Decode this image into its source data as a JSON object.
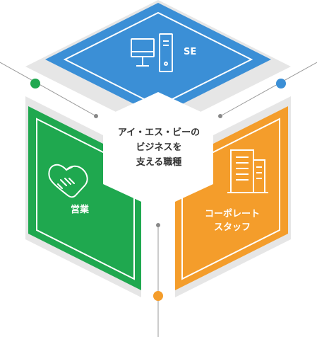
{
  "center": {
    "line1": "アイ・エス・ビーの",
    "line2": "ビジネスを",
    "line3": "支える職種"
  },
  "segments": [
    {
      "key": "se",
      "label": "SE",
      "icon": "computer-icon",
      "color": "#3b8fd6"
    },
    {
      "key": "sales",
      "label": "営業",
      "icon": "handshake-icon",
      "color": "#1fa84f"
    },
    {
      "key": "corporate",
      "label_line1": "コーポレート",
      "label_line2": "スタッフ",
      "icon": "building-icon",
      "color": "#f49d2b"
    }
  ],
  "dot_colors": {
    "left": "#1fa84f",
    "right": "#3b8fd6",
    "bottom": "#f49d2b",
    "inner": "#888888"
  }
}
